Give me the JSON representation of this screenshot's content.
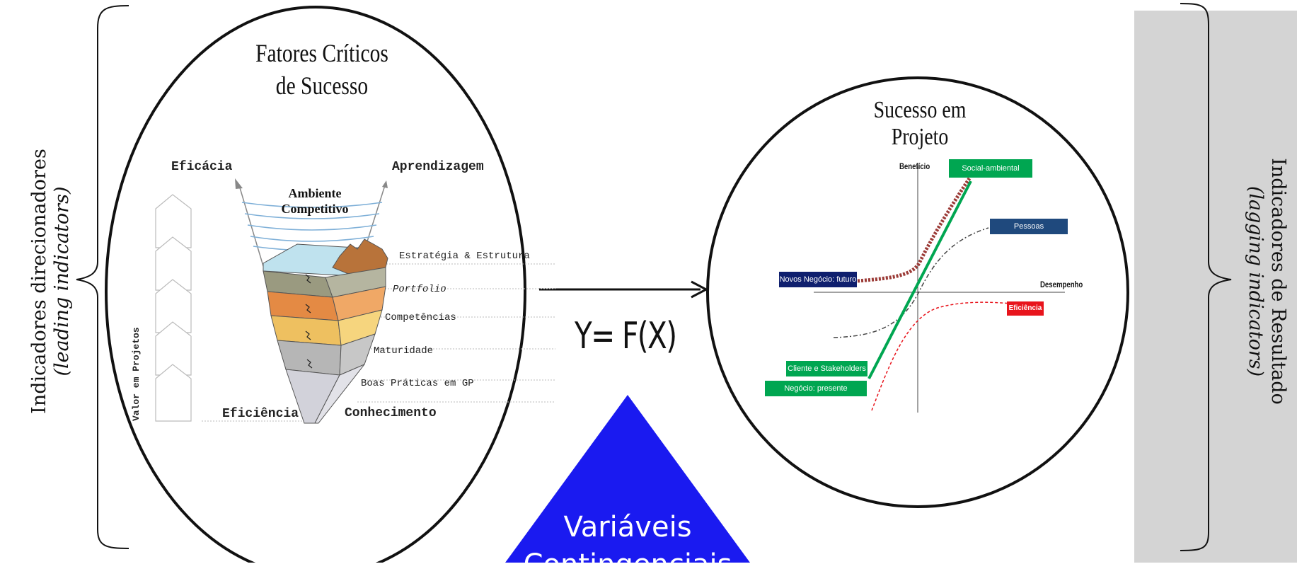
{
  "left_side": {
    "title": "Indicadores direcionadores",
    "subtitle": "(leading indicators)"
  },
  "right_side": {
    "title": "Indicadores de Resultado",
    "subtitle": "(lagging indicators)"
  },
  "left_ellipse": {
    "title_line1": "Fatores Críticos",
    "title_line2": "de Sucesso",
    "top_left_label": "Eficácia",
    "top_right_label": "Aprendizagem",
    "inner_label_line1": "Ambiente",
    "inner_label_line2": "Competitivo",
    "layers": [
      "Estratégia & Estrutura",
      "Portfolio",
      "Competências",
      "Maturidade",
      "Boas Práticas em GP"
    ],
    "bottom_left_label": "Eficiência",
    "bottom_right_label": "Conhecimento",
    "vertical_label": "Valor em Projetos",
    "colors": {
      "layer1": "#b5b5a0",
      "layer2": "#f0a866",
      "layer3": "#f6d57e",
      "layer4": "#c7c7c7",
      "layer5": "#e2e2e8",
      "terrain": "#b8733a"
    }
  },
  "formula": "Y= F(X)",
  "triangle": {
    "line1": "Variáveis",
    "line2": "Contingenciais",
    "color": "#1a1af0"
  },
  "right_ellipse": {
    "title": "Sucesso em Projeto",
    "y_axis_label": "Benefício",
    "x_axis_label": "Desempenho",
    "tags": [
      {
        "label": "Social-ambiental",
        "color": "#00a651"
      },
      {
        "label": "Pessoas",
        "color": "#1f497d"
      },
      {
        "label": "Novos Negócio: futuro",
        "color": "#0f1f6e"
      },
      {
        "label": "Eficiência",
        "color": "#e8141c"
      },
      {
        "label": "Cliente e Stakeholders",
        "color": "#00a651"
      },
      {
        "label": "Negócio: presente",
        "color": "#00a651"
      }
    ]
  },
  "colors": {
    "side_panel": "#d4d4d4",
    "outline": "#111111"
  }
}
